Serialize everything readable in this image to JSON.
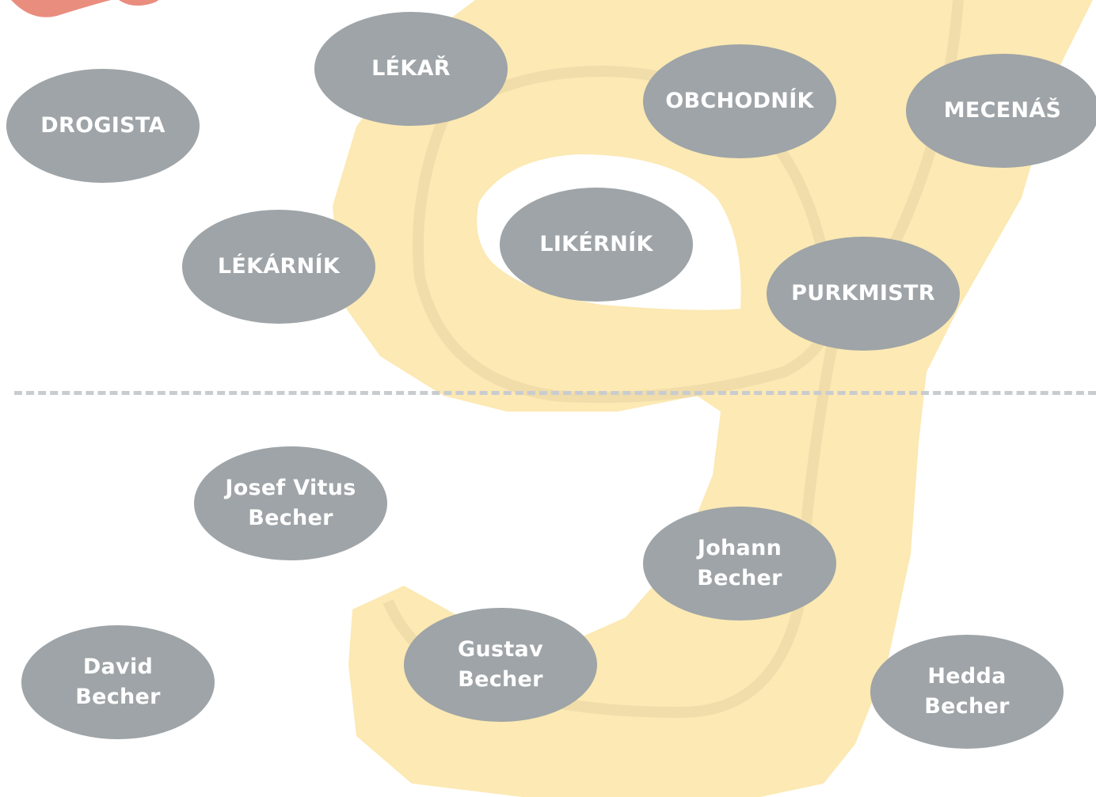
{
  "colors": {
    "oval_fill": "#9ea4a7",
    "oval_text": "#ffffff",
    "letter_fill": "#fbe5a6",
    "letter_stroke": "#ecd9a8",
    "divider": "#c9cccf"
  },
  "decor": {
    "big_letter": "g",
    "corner_art": "hand-illustration"
  },
  "professions": {
    "drogista": "DROGISTA",
    "lekar": "LÉKAŘ",
    "obchodnik": "OBCHODNÍK",
    "mecenas": "MECENÁŠ",
    "lekarnik": "LÉKÁRNÍK",
    "likernik": "LIKÉRNÍK",
    "purkmistr": "PURKMISTR"
  },
  "people": {
    "josef_vitus": [
      "Josef Vitus",
      "Becher"
    ],
    "johann": [
      "Johann",
      "Becher"
    ],
    "david": [
      "David",
      "Becher"
    ],
    "gustav": [
      "Gustav",
      "Becher"
    ],
    "hedda": [
      "Hedda",
      "Becher"
    ]
  }
}
